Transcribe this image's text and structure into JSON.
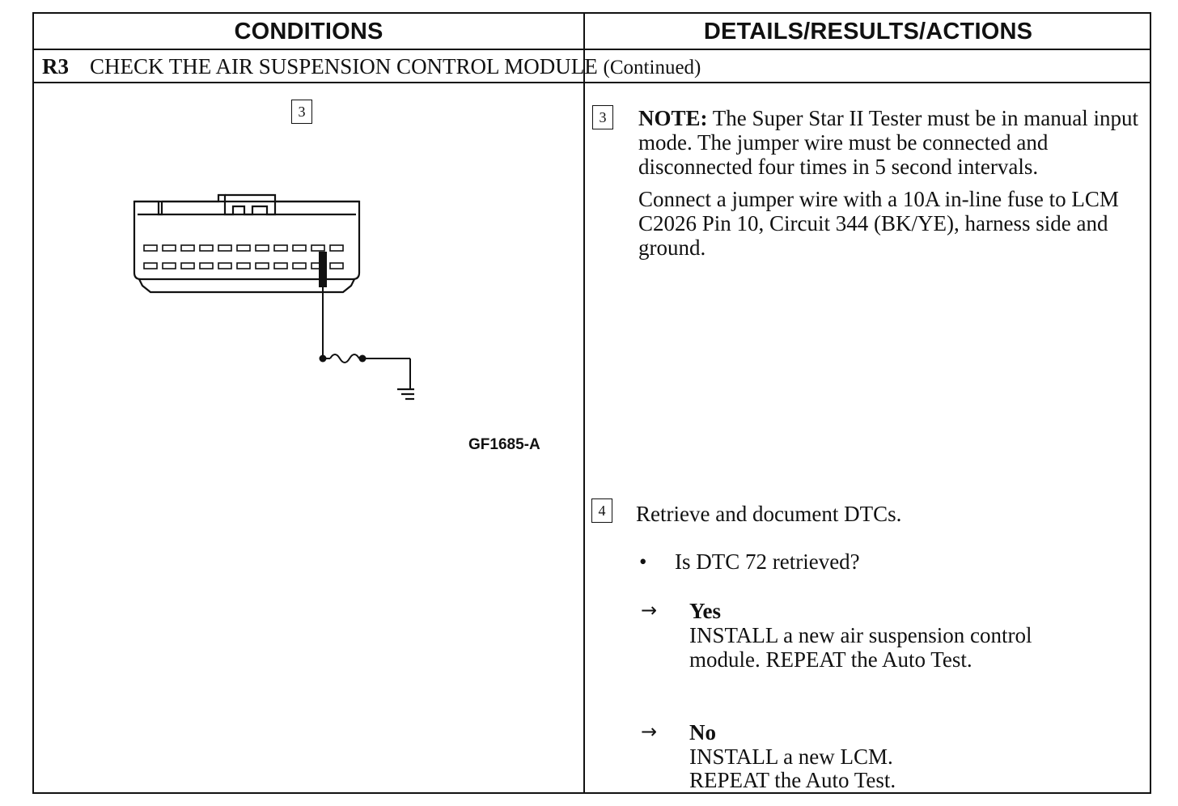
{
  "header": {
    "conditions": "CONDITIONS",
    "details": "DETAILS/RESULTS/ACTIONS"
  },
  "section": {
    "code": "R3",
    "title": "CHECK THE AIR SUSPENSION CONTROL MODULE",
    "continued": "(Continued)"
  },
  "left": {
    "step": "3",
    "figure_id": "GF1685-A"
  },
  "step3": {
    "number": "3",
    "note_label": "NOTE:",
    "note_text": "The Super Star II Tester must be in manual input mode. The jumper wire must be connected and disconnected four times in 5 second intervals.",
    "instruction": "Connect a jumper wire with a 10A in-line fuse to LCM C2026 Pin 10, Circuit 344 (BK/YE), harness side and ground."
  },
  "step4": {
    "number": "4",
    "text": "Retrieve and document DTCs.",
    "bullet": "•",
    "question": "Is DTC 72 retrieved?",
    "arrow": "→",
    "yes_label": "Yes",
    "yes_line1": "INSTALL a new air suspension control",
    "yes_line2": "module. REPEAT the Auto Test.",
    "no_label": "No",
    "no_line1": "INSTALL a new LCM.",
    "no_line2": "REPEAT the Auto Test."
  }
}
